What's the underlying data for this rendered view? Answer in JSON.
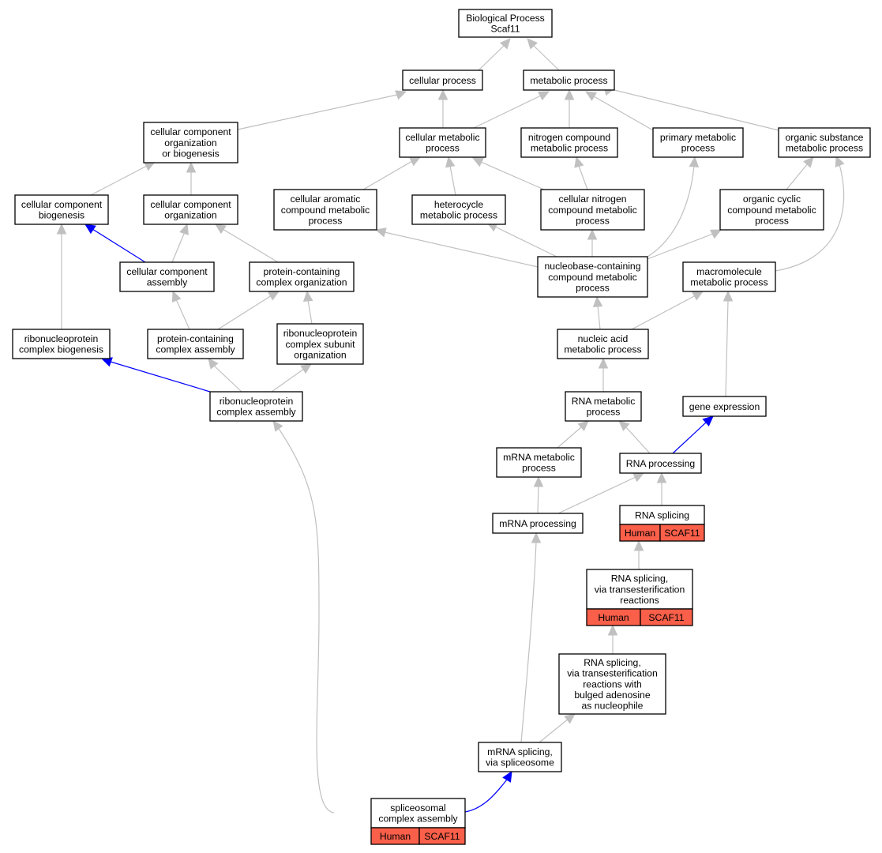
{
  "diagram": {
    "nodes": {
      "bp": [
        "Biological Process",
        "Scaf11"
      ],
      "cellular_process": [
        "cellular process"
      ],
      "metabolic_process": [
        "metabolic process"
      ],
      "ccob": [
        "cellular component",
        "organization",
        "or biogenesis"
      ],
      "cellular_metabolic": [
        "cellular metabolic",
        "process"
      ],
      "nitrogen_compound": [
        "nitrogen compound",
        "metabolic process"
      ],
      "primary_metabolic": [
        "primary metabolic",
        "process"
      ],
      "organic_substance": [
        "organic substance",
        "metabolic process"
      ],
      "cc_biogenesis": [
        "cellular component",
        "biogenesis"
      ],
      "cc_organization": [
        "cellular component",
        "organization"
      ],
      "aromatic": [
        "cellular aromatic",
        "compound metabolic",
        "process"
      ],
      "heterocycle": [
        "heterocycle",
        "metabolic process"
      ],
      "cellular_nitrogen": [
        "cellular nitrogen",
        "compound metabolic",
        "process"
      ],
      "organic_cyclic": [
        "organic cyclic",
        "compound metabolic",
        "process"
      ],
      "cc_assembly": [
        "cellular component",
        "assembly"
      ],
      "pc_organization": [
        "protein-containing",
        "complex organization"
      ],
      "nucleobase": [
        "nucleobase-containing",
        "compound metabolic",
        "process"
      ],
      "macromolecule": [
        "macromolecule",
        "metabolic process"
      ],
      "rnp_biogenesis": [
        "ribonucleoprotein",
        "complex biogenesis"
      ],
      "pc_assembly": [
        "protein-containing",
        "complex assembly"
      ],
      "rnp_subunit": [
        "ribonucleoprotein",
        "complex subunit",
        "organization"
      ],
      "nucleic_acid": [
        "nucleic acid",
        "metabolic process"
      ],
      "rnp_assembly": [
        "ribonucleoprotein",
        "complex assembly"
      ],
      "rna_metabolic": [
        "RNA metabolic",
        "process"
      ],
      "gene_expression": [
        "gene expression"
      ],
      "mrna_metabolic": [
        "mRNA metabolic",
        "process"
      ],
      "rna_processing": [
        "RNA processing"
      ],
      "mrna_processing": [
        "mRNA processing"
      ],
      "rna_splicing": [
        "RNA splicing"
      ],
      "rna_splicing_trans": [
        "RNA splicing,",
        "via transesterification",
        "reactions"
      ],
      "rna_splicing_bulged": [
        "RNA splicing,",
        "via transesterification",
        "reactions with",
        "bulged adenosine",
        "as nucleophile"
      ],
      "mrna_splicing": [
        "mRNA splicing,",
        "via spliceosome"
      ],
      "spliceosomal": [
        "spliceosomal",
        "complex assembly"
      ]
    },
    "annotations": {
      "rna_splicing": [
        "Human",
        "SCAF11"
      ],
      "rna_splicing_trans": [
        "Human",
        "SCAF11"
      ],
      "spliceosomal": [
        "Human",
        "SCAF11"
      ]
    },
    "colors": {
      "highlight": "#fa5f4a",
      "edge_is_a": "#c0c0c0",
      "edge_highlight": "#0000ff"
    }
  }
}
